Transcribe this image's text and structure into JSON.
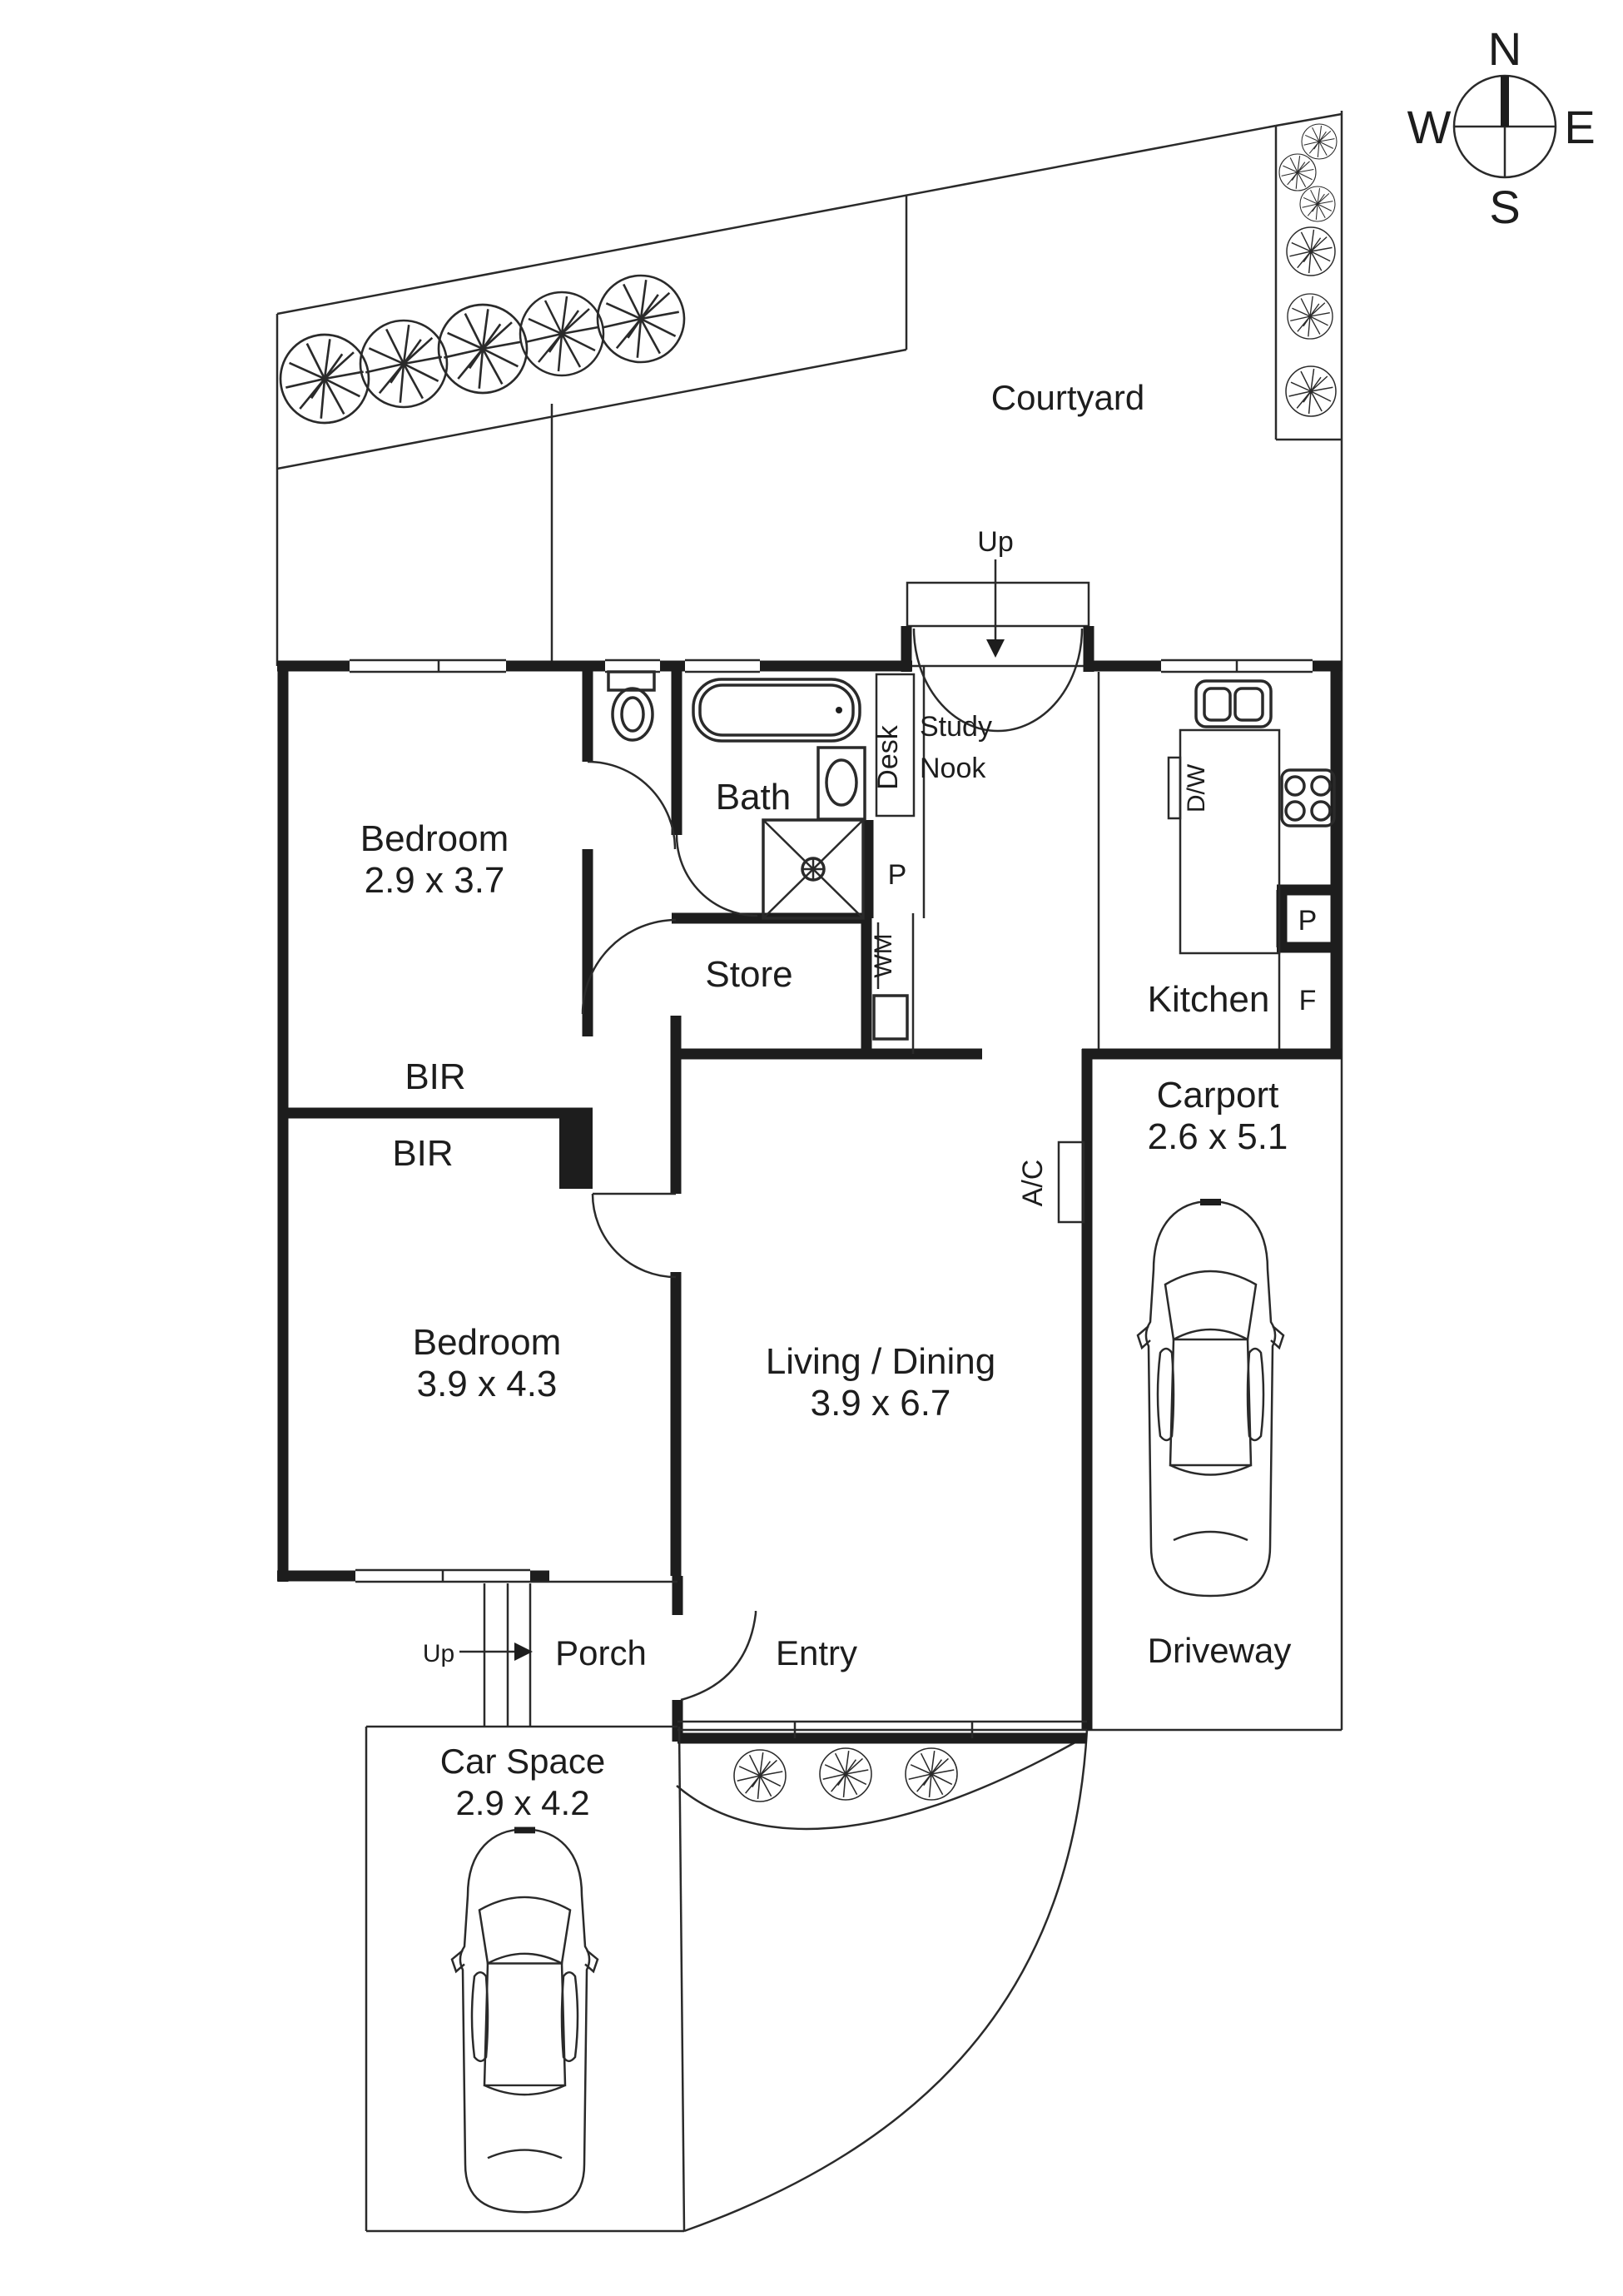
{
  "compass": {
    "n": "N",
    "e": "E",
    "s": "S",
    "w": "W"
  },
  "site": {
    "courtyard": "Courtyard",
    "driveway": "Driveway",
    "entry": "Entry",
    "porch": "Porch",
    "stairs_up": "Up",
    "porch_up": "Up",
    "carport": {
      "name": "Carport",
      "dims": "2.6 x 5.1"
    },
    "car_space": {
      "name": "Car Space",
      "dims": "2.9 x 4.2"
    }
  },
  "rooms": {
    "bedroom1": {
      "name": "Bedroom",
      "dims": "2.9 x 3.7"
    },
    "bedroom2": {
      "name": "Bedroom",
      "dims": "3.9 x 4.3"
    },
    "living": {
      "name": "Living / Dining",
      "dims": "3.9 x 6.7"
    },
    "kitchen": "Kitchen",
    "bath": "Bath",
    "store": "Store",
    "study": {
      "line1": "Study",
      "line2": "Nook"
    },
    "bir1": "BIR",
    "bir2": "BIR"
  },
  "fixtures": {
    "desk": "Desk",
    "dishwasher": "D/W",
    "washing_machine": "WM",
    "press": "P",
    "pantry": "P",
    "fridge": "F",
    "air_con": "A/C"
  }
}
